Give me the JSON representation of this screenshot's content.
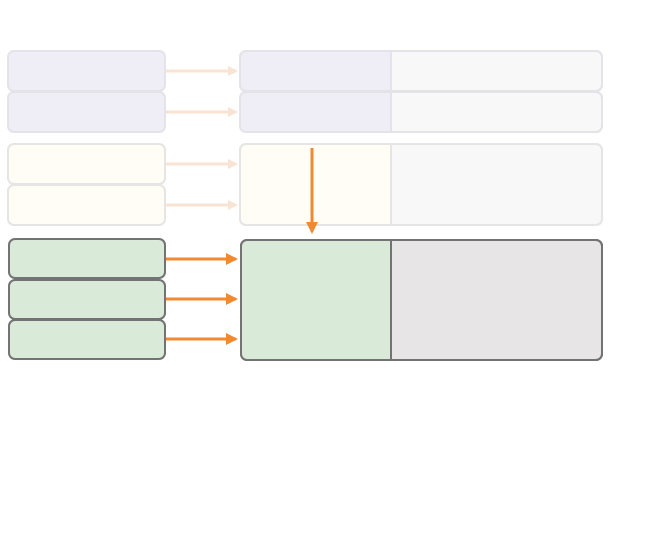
{
  "colors": {
    "background": "#ffffff",
    "arrow_faded": "#f9e3d2",
    "arrow_active": "#ef8a33",
    "lavender_fill": "#efedf5",
    "lavender_stroke": "#e4e3e8",
    "cream_fill": "#fffdf6",
    "cream_stroke": "#e5e5e3",
    "green_fill": "#d9ead8",
    "active_stroke": "#737373",
    "gray_panel_fill": "#e7e5e6",
    "faded_panel_fill": "#f8f8f8"
  },
  "groups": [
    {
      "name": "lavender",
      "state": "faded",
      "source_boxes": 2,
      "target_split": true
    },
    {
      "name": "cream",
      "state": "faded",
      "source_boxes": 2,
      "target_split": true
    },
    {
      "name": "green",
      "state": "active",
      "source_boxes": 3,
      "target_split": true
    }
  ],
  "connections": [
    {
      "from": "lavender-source-1",
      "to": "lavender-target",
      "state": "faded"
    },
    {
      "from": "lavender-source-2",
      "to": "lavender-target-2",
      "state": "faded"
    },
    {
      "from": "cream-source-1",
      "to": "cream-target",
      "state": "faded"
    },
    {
      "from": "cream-source-2",
      "to": "cream-target",
      "state": "faded"
    },
    {
      "from": "cream-target",
      "to": "green-target",
      "state": "active"
    },
    {
      "from": "green-source-1",
      "to": "green-target",
      "state": "active"
    },
    {
      "from": "green-source-2",
      "to": "green-target",
      "state": "active"
    },
    {
      "from": "green-source-3",
      "to": "green-target",
      "state": "active"
    }
  ]
}
